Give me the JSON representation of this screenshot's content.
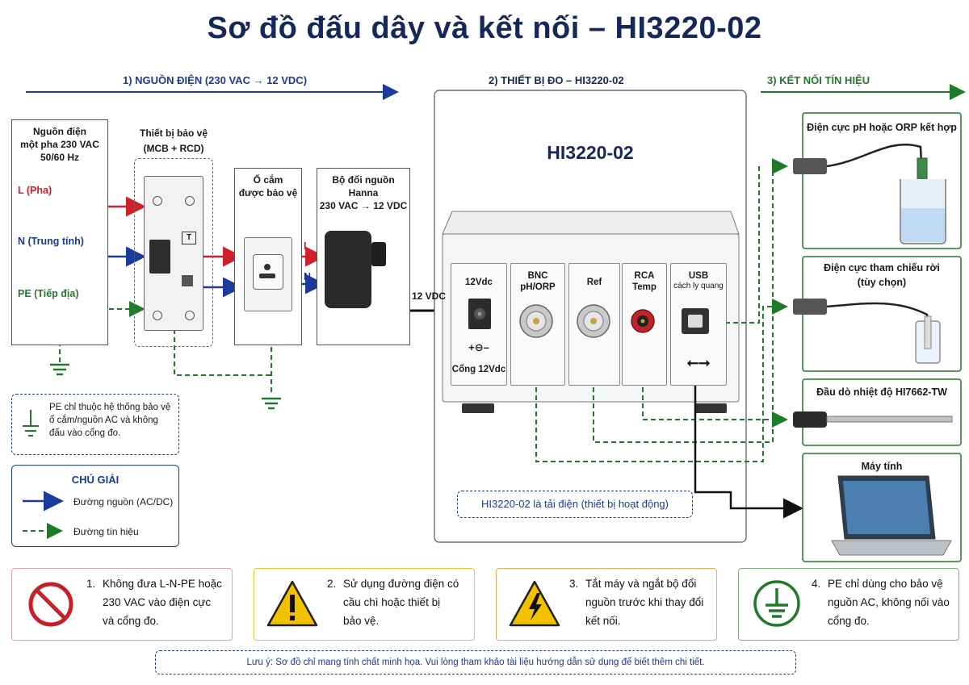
{
  "title": "Sơ đồ đấu dây và kết nối – HI3220-02",
  "sections": {
    "power": "1) NGUỒN ĐIỆN (230 VAC → 12 VDC)",
    "device": "2) THIẾT BỊ ĐO – HI3220-02",
    "signal": "3) KẾT NỐI TÍN HIỆU"
  },
  "source": {
    "title_l1": "Nguồn điện",
    "title_l2": "một pha 230 VAC",
    "title_l3": "50/60 Hz",
    "line": "L (Pha)",
    "neutral": "N (Trung tính)",
    "earth": "PE (Tiếp địa)"
  },
  "breaker": {
    "title_l1": "Thiết bị bảo vệ",
    "title_l2": "(MCB + RCD)",
    "test": "T"
  },
  "socket": {
    "title_l1": "Ổ cắm",
    "title_l2": "được bảo vệ",
    "l": "L",
    "n": "N"
  },
  "adapter": {
    "title_l1": "Bộ đổi nguồn",
    "title_l2": "Hanna",
    "title_l3": "230 VAC → 12 VDC",
    "out": "12 VDC"
  },
  "device": {
    "name": "HI3220-02",
    "ports": {
      "power_label": "12Vdc",
      "power_polarity": "+⊖–",
      "power_caption": "Cổng 12Vdc",
      "bnc_l1": "BNC",
      "bnc_l2": "pH/ORP",
      "ref": "Ref",
      "rca_l1": "RCA",
      "rca_l2": "Temp",
      "usb_l1": "USB",
      "usb_l2": "cách ly quang"
    },
    "load_note": "HI3220-02 là tải điện (thiết bị hoạt động)"
  },
  "pe_note": {
    "l1": "PE chỉ thuộc hệ thống bảo vệ",
    "l2": "ổ cắm/nguồn AC và không",
    "l3": "đấu vào cổng đo."
  },
  "legend": {
    "title": "CHÚ GIẢI",
    "power": "Đường nguồn (AC/DC)",
    "signal": "Đường tín hiệu"
  },
  "accessories": {
    "ph": "Điện cực pH hoặc ORP kết hợp",
    "ref_l1": "Điện cực tham chiếu rời",
    "ref_l2": "(tùy chọn)",
    "temp": "Đầu dò nhiệt độ HI7662-TW",
    "pc": "Máy tính"
  },
  "warnings": [
    {
      "num": "1.",
      "l1": "Không đưa L-N-PE hoặc",
      "l2": "230 VAC vào điện cực",
      "l3": "và cổng đo."
    },
    {
      "num": "2.",
      "l1": "Sử dụng đường điện có",
      "l2": "cầu chì hoặc thiết bị",
      "l3": "bảo vệ."
    },
    {
      "num": "3.",
      "l1": "Tắt máy và ngắt bộ đổi",
      "l2": "nguồn trước khi thay đổi",
      "l3": "kết nối."
    },
    {
      "num": "4.",
      "l1": "PE chỉ dùng cho bảo vệ",
      "l2": "nguồn AC, không nối vào",
      "l3": "cổng đo."
    }
  ],
  "footnote": "Lưu ý: Sơ đồ chỉ mang tính chất minh họa. Vui lòng tham khảo tài liệu hướng dẫn sử dụng để biết thêm chi tiết.",
  "colors": {
    "navy": "#16285a",
    "red": "#d0202a",
    "blue": "#1a3a9c",
    "green": "#1f7a2a",
    "warn_red": "#e2a6a2",
    "warn_yellow": "#f1c232",
    "warn_orange": "#f0a860",
    "warn_green": "#7fb47f"
  }
}
